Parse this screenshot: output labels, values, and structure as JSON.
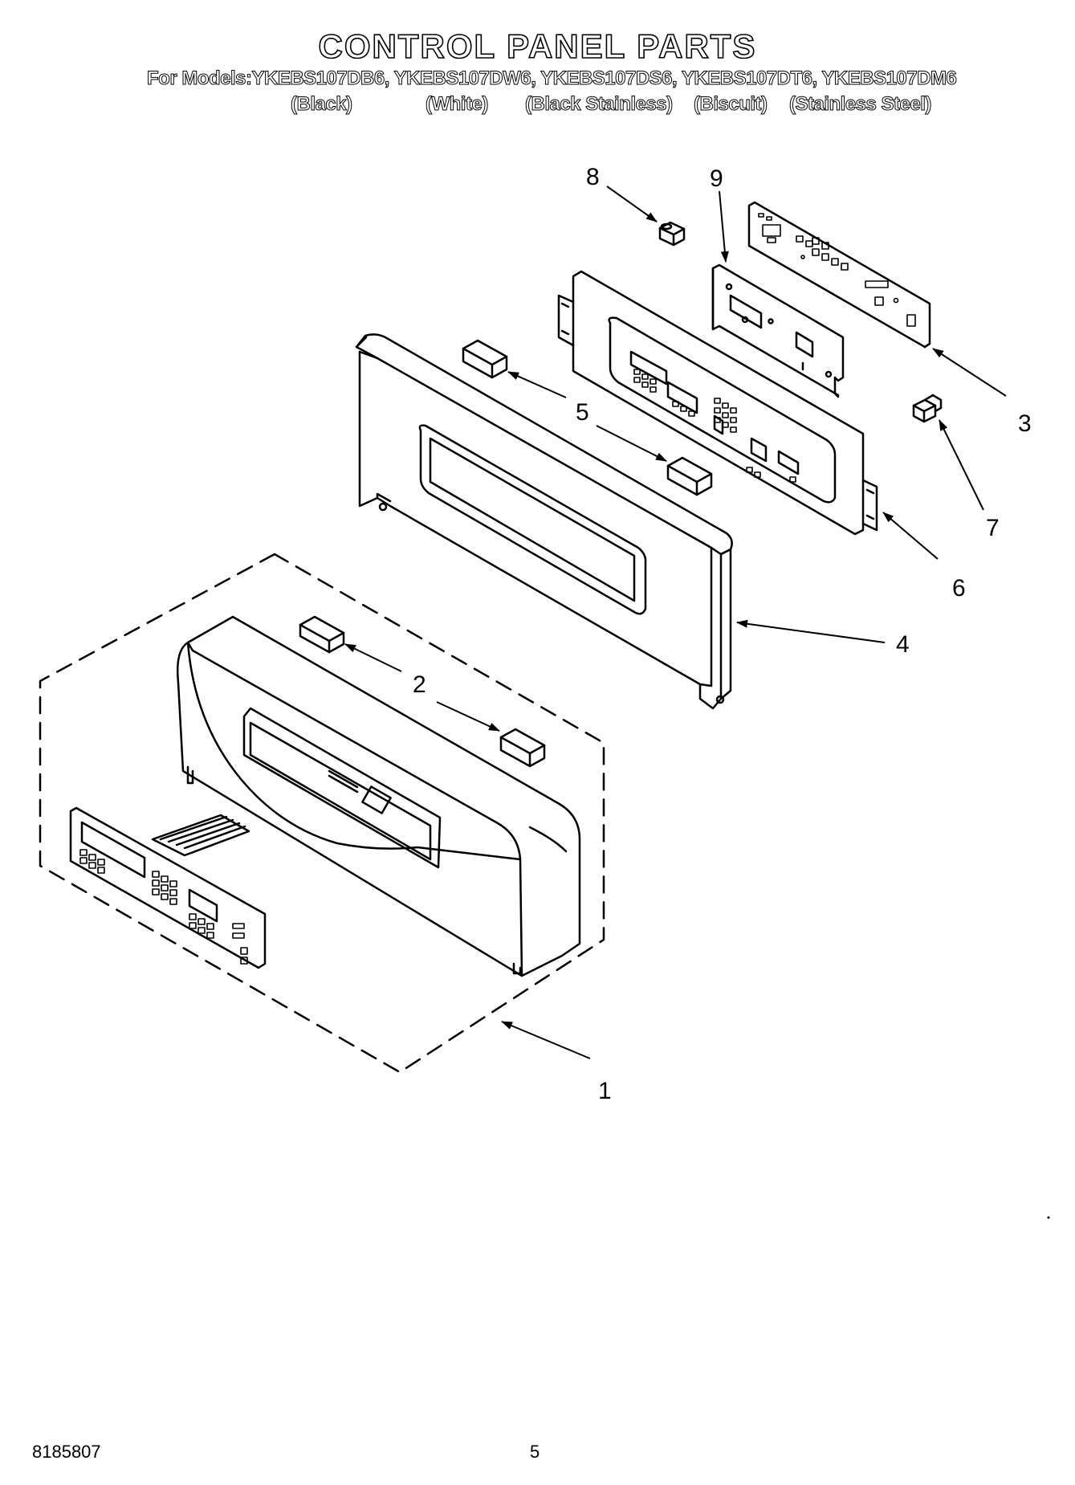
{
  "header": {
    "title": "CONTROL PANEL PARTS",
    "models_line": "For Models:YKEBS107DB6, YKEBS107DW6, YKEBS107DS6, YKEBS107DT6, YKEBS107DM6",
    "finishes": [
      "(Black)",
      "(White)",
      "(Black Stainless)",
      "(Biscuit)",
      "(Stainless Steel)"
    ]
  },
  "callouts": [
    "1",
    "2",
    "3",
    "4",
    "5",
    "6",
    "7",
    "8",
    "9"
  ],
  "footer": {
    "doc_number": "8185807",
    "page_number": "5"
  }
}
